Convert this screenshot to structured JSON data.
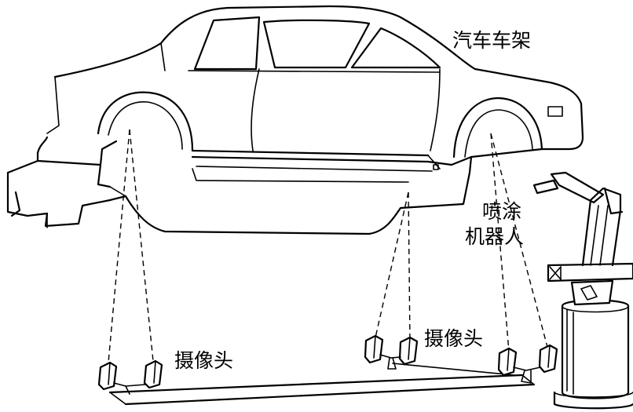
{
  "labels": {
    "car_frame": "汽车车架",
    "robot_line1": "喷涂",
    "robot_line2": "机器人",
    "camera_left": "摄像头",
    "camera_right": "摄像头"
  }
}
